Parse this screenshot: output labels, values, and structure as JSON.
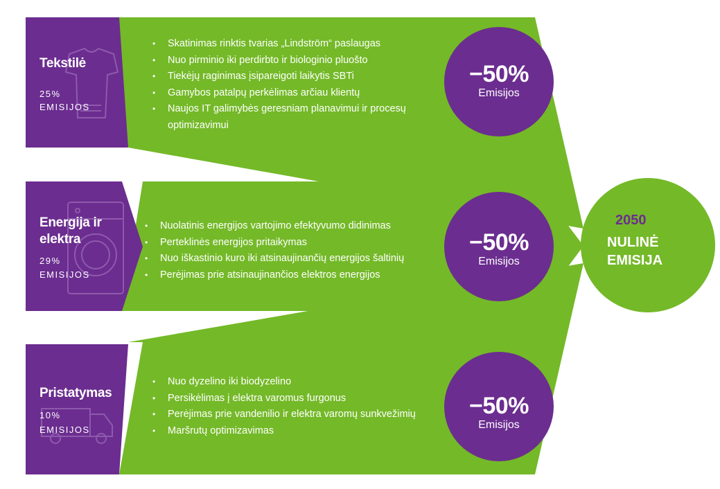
{
  "colors": {
    "green": "#74b928",
    "purple": "#6b2d8f",
    "white": "#ffffff"
  },
  "categories": [
    {
      "icon": "tshirt-icon",
      "title": "Tekstilė",
      "percent": "25%",
      "unit": "EMISIJOS",
      "reduction": "−50%",
      "reduction_label": "Emisijos",
      "bullets": [
        "Skatinimas rinktis tvarias „Lindström“ paslaugas",
        "Nuo pirminio iki perdirbto ir biologinio pluošto",
        "Tiekėjų raginimas įsipareigoti laikytis SBTi",
        "Gamybos patalpų perkėlimas arčiau klientų",
        "Naujos IT galimybės geresniam planavimui ir procesų optimizavimui"
      ]
    },
    {
      "icon": "washing-machine-icon",
      "title": "Energija ir elektra",
      "percent": "29%",
      "unit": "EMISIJOS",
      "reduction": "−50%",
      "reduction_label": "Emisijos",
      "bullets": [
        "Nuolatinis energijos vartojimo efektyvumo didinimas",
        "Perteklinės energijos pritaikymas",
        "Nuo iškastinio kuro iki atsinaujinančių energijos šaltinių",
        "Perėjimas prie atsinaujinančios elektros energijos"
      ]
    },
    {
      "icon": "truck-icon",
      "title": "Pristatymas",
      "percent": "10%",
      "unit": "EMISIJOS",
      "reduction": "−50%",
      "reduction_label": "Emisijos",
      "bullets": [
        "Nuo dyzelino iki biodyzelino",
        "Persikėlimas į elektra varomus furgonus",
        "Perėjimas prie vandenilio ir elektra varomų sunkvežimių",
        "Maršrutų optimizavimas"
      ]
    }
  ],
  "goal": {
    "year": "2050",
    "line1": "NULINĖ",
    "line2": "EMISIJA"
  }
}
